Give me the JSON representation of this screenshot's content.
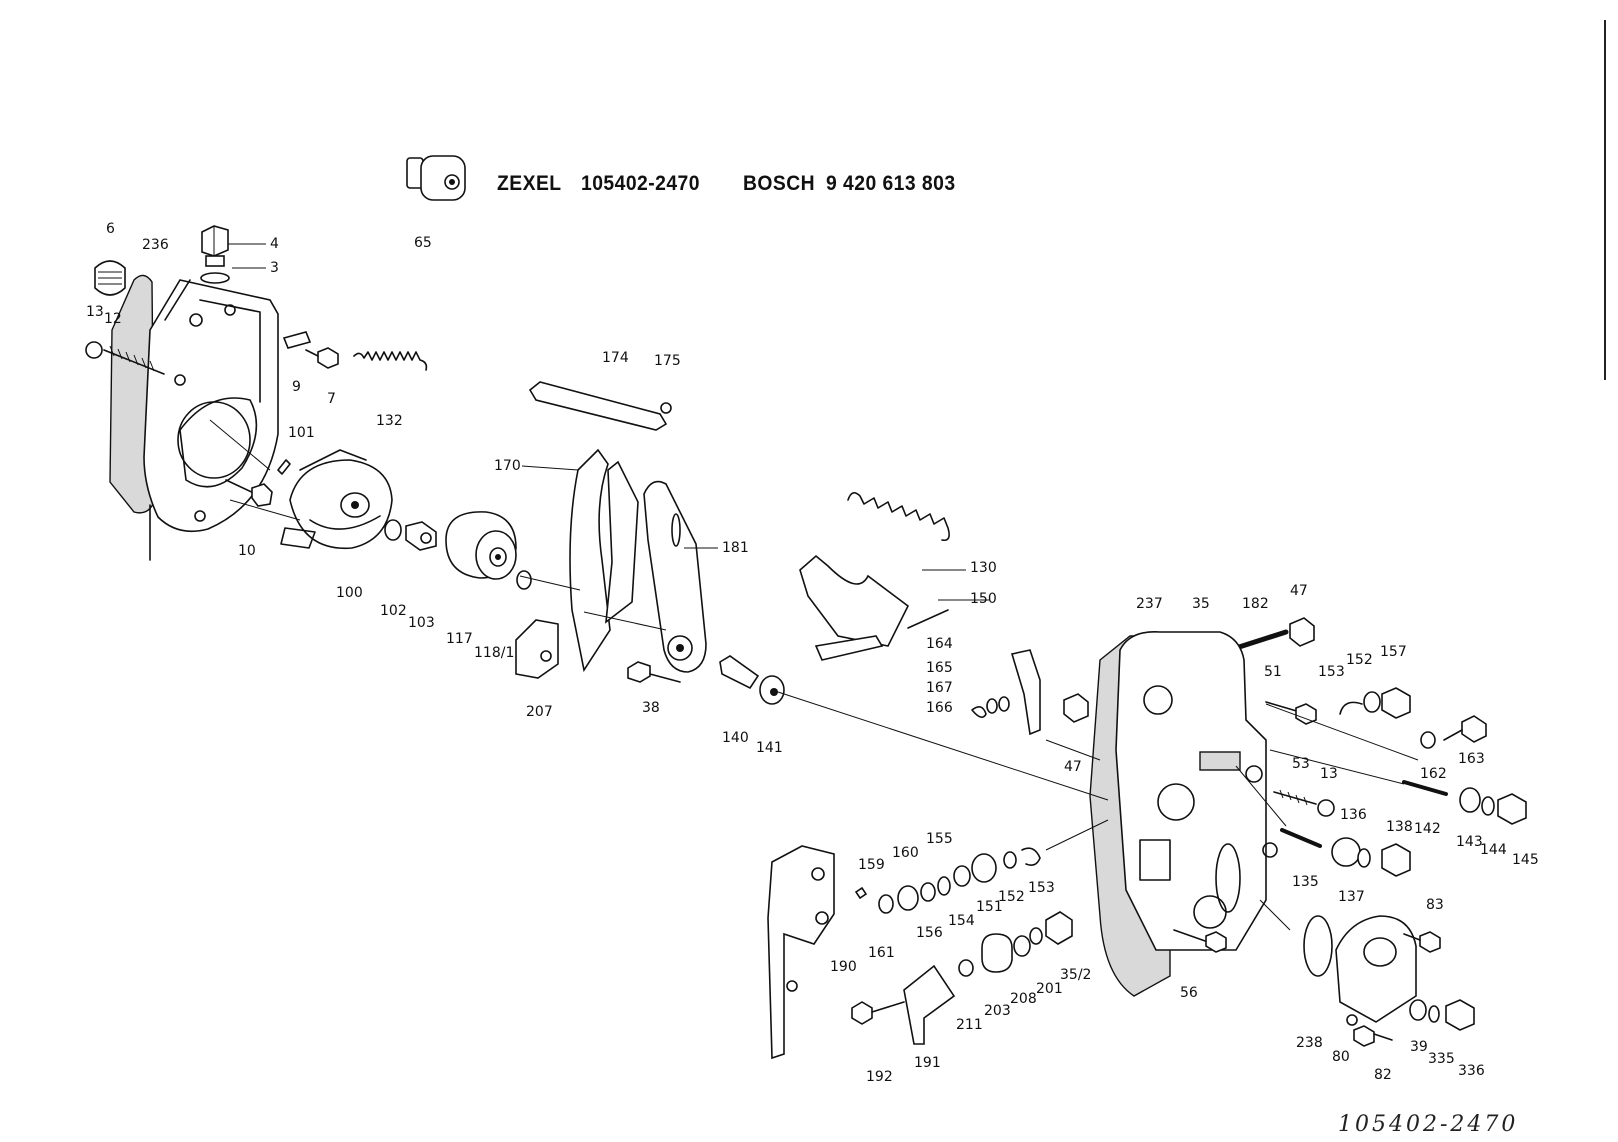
{
  "header": {
    "brand_zexel": "ZEXEL",
    "zexel_number": "105402-2470",
    "brand_bosch": "BOSCH",
    "bosch_number": "9 420 613 803"
  },
  "handwritten_note": "105402-2470",
  "part_labels": [
    "65",
    "4",
    "3",
    "6",
    "236",
    "13",
    "12",
    "9",
    "7",
    "132",
    "101",
    "10",
    "100",
    "102",
    "103",
    "117",
    "118/1",
    "207",
    "174",
    "175",
    "170",
    "181",
    "38",
    "140",
    "141",
    "130",
    "150",
    "164",
    "165",
    "167",
    "166",
    "47",
    "237",
    "35",
    "182",
    "47",
    "51",
    "153",
    "152",
    "157",
    "13",
    "53",
    "162",
    "163",
    "142",
    "143",
    "144",
    "145",
    "136",
    "138",
    "135",
    "137",
    "159",
    "160",
    "155",
    "151",
    "154",
    "156",
    "161",
    "152",
    "153",
    "190",
    "83",
    "35/2",
    "201",
    "208",
    "203",
    "211",
    "191",
    "192",
    "56",
    "238",
    "80",
    "82",
    "39",
    "335",
    "336"
  ]
}
